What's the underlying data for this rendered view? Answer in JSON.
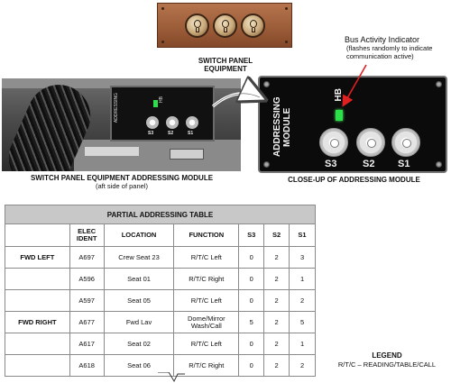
{
  "switch_panel": {
    "caption_line1": "SWITCH PANEL",
    "caption_line2": "EQUIPMENT"
  },
  "left_photo": {
    "caption": "SWITCH PANEL EQUIPMENT ADDRESSING MODULE",
    "subcaption": "(aft side of panel)"
  },
  "closeup": {
    "caption": "CLOSE-UP OF ADDRESSING MODULE",
    "module_label_line1": "ADDRESSING",
    "module_label_line2": "MODULE",
    "hb_label": "HB",
    "dials": [
      "S3",
      "S2",
      "S1"
    ],
    "led_color": "#2de04a"
  },
  "callout": {
    "title": "Bus Activity Indicator",
    "line1": "(flashes randomly to indicate",
    "line2": "communication active)",
    "arrow_color": "#e02020"
  },
  "table": {
    "title": "PARTIAL ADDRESSING TABLE",
    "headers": {
      "elec_ident_line1": "ELEC",
      "elec_ident_line2": "IDENT",
      "location": "LOCATION",
      "function": "FUNCTION",
      "s3": "S3",
      "s2": "S2",
      "s1": "S1"
    },
    "zones": {
      "fwd_left": "FWD LEFT",
      "fwd_right": "FWD RIGHT"
    },
    "rows": [
      {
        "ident": "A697",
        "location": "Crew Seat 23",
        "function": "R/T/C Left",
        "function2": "",
        "s3": "0",
        "s2": "2",
        "s1": "3"
      },
      {
        "ident": "A596",
        "location": "Seat 01",
        "function": "R/T/C Right",
        "function2": "",
        "s3": "0",
        "s2": "2",
        "s1": "1"
      },
      {
        "ident": "A597",
        "location": "Seat 05",
        "function": "R/T/C Left",
        "function2": "",
        "s3": "0",
        "s2": "2",
        "s1": "2"
      },
      {
        "ident": "A677",
        "location": "Fwd Lav",
        "function": "Dome/Mirror",
        "function2": "Wash/Call",
        "s3": "5",
        "s2": "2",
        "s1": "5"
      },
      {
        "ident": "A617",
        "location": "Seat 02",
        "function": "R/T/C Left",
        "function2": "",
        "s3": "0",
        "s2": "2",
        "s1": "1"
      },
      {
        "ident": "A618",
        "location": "Seat 06",
        "function": "R/T/C Right",
        "function2": "",
        "s3": "0",
        "s2": "2",
        "s1": "2"
      }
    ]
  },
  "legend": {
    "title": "LEGEND",
    "text": "R/T/C – READING/TABLE/CALL"
  }
}
